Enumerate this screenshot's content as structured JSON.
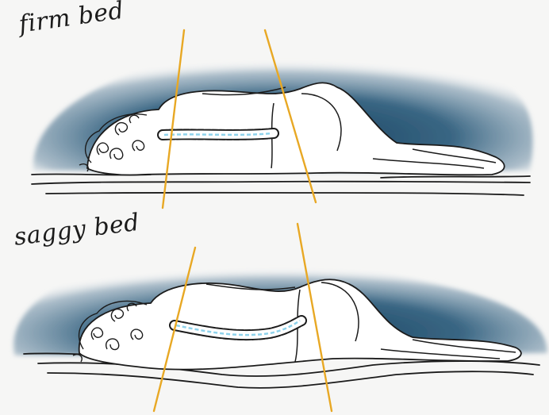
{
  "panels": [
    {
      "caption": "firm bed",
      "spine_shape": "straight"
    },
    {
      "caption": "saggy bed",
      "spine_shape": "sagging"
    }
  ],
  "colors": {
    "background": "#f6f6f5",
    "shadow": "#1d4e6f",
    "alignment_line": "#e8a824",
    "spine_highlight": "#8fd3ec",
    "ink": "#1b1b1b"
  }
}
